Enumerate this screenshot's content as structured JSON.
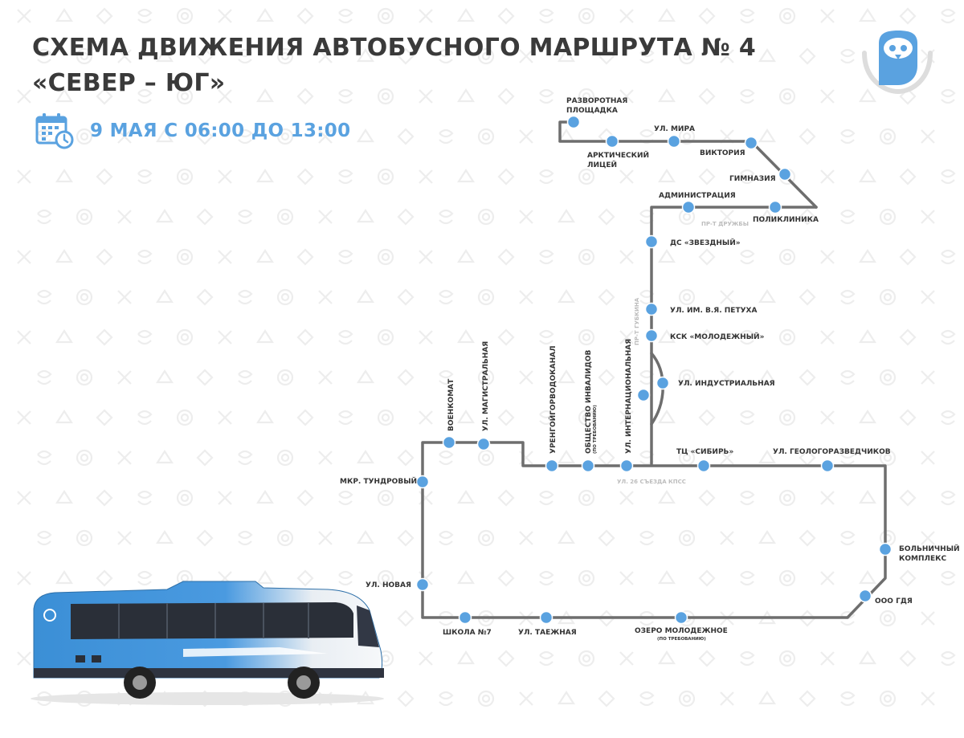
{
  "header": {
    "title_line1": "СХЕМА ДВИЖЕНИЯ АВТОБУСНОГО МАРШРУТА № 4",
    "title_line2": "«СЕВЕР – ЮГ»",
    "date_text": "9 МАЯ С 06:00 ДО 13:00",
    "calendar_icon": "calendar-clock-icon"
  },
  "logo": {
    "icon": "owl-logo-icon"
  },
  "colors": {
    "accent": "#5aa2e0",
    "stop": "#5aa2e0",
    "route_line": "#6e6e6e",
    "title": "#3a3a3a",
    "pattern": "#ededed",
    "bus_blue": "#3b8fd6"
  },
  "stops": {
    "razvorotnaya_1": "РАЗВОРОТНАЯ",
    "razvorotnaya_2": "ПЛОЩАДКА",
    "arkticheskiy_1": "АРКТИЧЕСКИЙ",
    "arkticheskiy_2": "ЛИЦЕЙ",
    "mira": "УЛ. МИРА",
    "viktoriya": "ВИКТОРИЯ",
    "gimnaziya": "ГИМНАЗИЯ",
    "administraciya": "АДМИНИСТРАЦИЯ",
    "poliklinika": "ПОЛИКЛИНИКА",
    "zvezdny": "ДС «ЗВЕЗДНЫЙ»",
    "petukha": "УЛ. ИМ. В.Я. ПЕТУХА",
    "molodezhny": "КСК «МОЛОДЕЖНЫЙ»",
    "industrialnaya": "УЛ. ИНДУСТРИАЛЬНАЯ",
    "voenkomat": "ВОЕНКОМАТ",
    "magistralnaya": "УЛ. МАГИСТРАЛЬНАЯ",
    "vodokanal": "УРЕНГОЙГОРВОДОКАНАЛ",
    "invalidov": "ОБЩЕСТВО ИНВАЛИДОВ",
    "invalidov_note": "(ПО ТРЕБОВАНИЮ)",
    "internacionalnaya": "УЛ. ИНТЕРНАЦИОНАЛЬНАЯ",
    "sibir": "ТЦ «СИБИРЬ»",
    "geologorazvedchikov": "УЛ. ГЕОЛОГОРАЗВЕДЧИКОВ",
    "tundrovy": "МКР. ТУНДРОВЫЙ",
    "novaya": "УЛ. НОВАЯ",
    "bolnichny_1": "БОЛЬНИЧНЫЙ",
    "bolnichny_2": "КОМПЛЕКС",
    "ooo_gdya": "ООО ГДЯ",
    "shkola7": "ШКОЛА №7",
    "taezhnaya": "УЛ. ТАЕЖНАЯ",
    "ozero": "ОЗЕРО МОЛОДЕЖНОЕ",
    "ozero_note": "(ПО ТРЕБОВАНИЮ)"
  },
  "streets": {
    "druzhby": "ПР-Т ДРУЖБЫ",
    "gubkina": "ПР-Т ГУБКИНА",
    "syezda": "УЛ. 26 СЪЕЗДА КПСС"
  },
  "bus": {
    "icon": "bus-illustration"
  }
}
